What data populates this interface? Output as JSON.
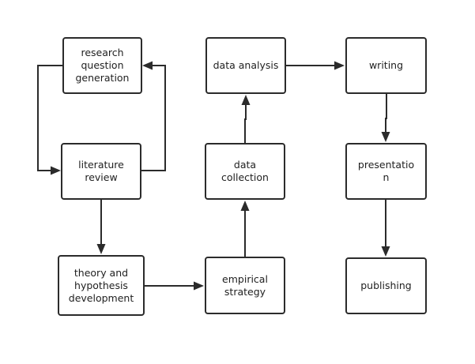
{
  "nodes": {
    "research_question_generation": "research question generation",
    "literature_review": "literature review",
    "theory_and_hypothesis_development": "theory and hypothesis development",
    "data_analysis": "data analysis",
    "data_collection": "data collection",
    "empirical_strategy": "empirical strategy",
    "writing": "writing",
    "presentation": "presentation",
    "publishing": "publishing"
  },
  "edges": [
    {
      "from": "research_question_generation",
      "to": "literature_review"
    },
    {
      "from": "literature_review",
      "to": "research_question_generation"
    },
    {
      "from": "literature_review",
      "to": "theory_and_hypothesis_development"
    },
    {
      "from": "theory_and_hypothesis_development",
      "to": "empirical_strategy"
    },
    {
      "from": "empirical_strategy",
      "to": "data_collection"
    },
    {
      "from": "data_collection",
      "to": "data_analysis"
    },
    {
      "from": "data_analysis",
      "to": "writing"
    },
    {
      "from": "writing",
      "to": "presentation"
    },
    {
      "from": "presentation",
      "to": "publishing"
    }
  ]
}
